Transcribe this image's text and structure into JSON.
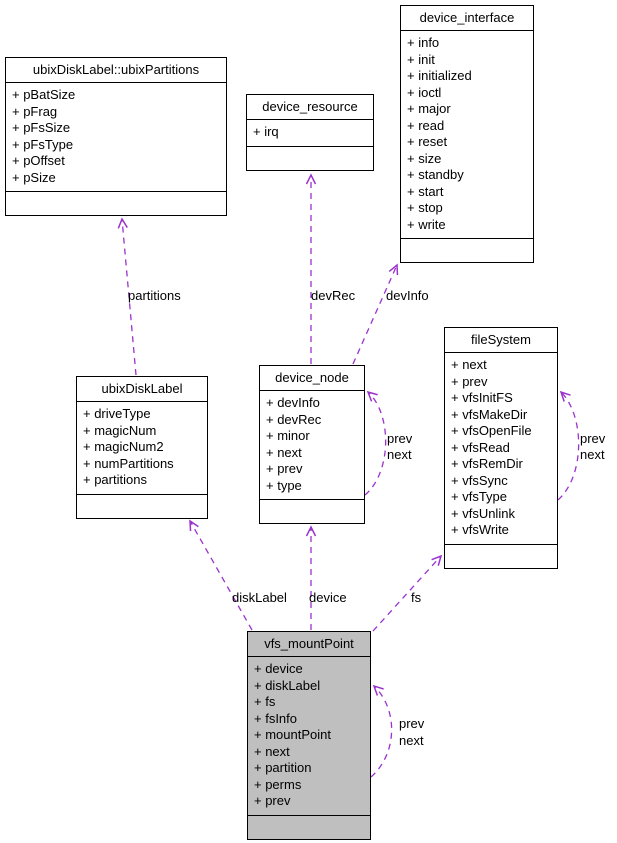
{
  "diagram": {
    "colors": {
      "edge": "#9a32cd",
      "node_border": "#000000",
      "node_fill": "#ffffff",
      "highlight_fill": "#bfbfbf",
      "background": "#ffffff"
    },
    "nodes": {
      "ubixPartitions": {
        "title": "ubixDiskLabel::ubixPartitions",
        "fields": [
          "+ pBatSize",
          "+ pFrag",
          "+ pFsSize",
          "+ pFsType",
          "+ pOffset",
          "+ pSize"
        ]
      },
      "device_resource": {
        "title": "device_resource",
        "fields": [
          "+ irq"
        ]
      },
      "device_interface": {
        "title": "device_interface",
        "fields": [
          "+ info",
          "+ init",
          "+ initialized",
          "+ ioctl",
          "+ major",
          "+ read",
          "+ reset",
          "+ size",
          "+ standby",
          "+ start",
          "+ stop",
          "+ write"
        ]
      },
      "ubixDiskLabel": {
        "title": "ubixDiskLabel",
        "fields": [
          "+ driveType",
          "+ magicNum",
          "+ magicNum2",
          "+ numPartitions",
          "+ partitions"
        ]
      },
      "device_node": {
        "title": "device_node",
        "fields": [
          "+ devInfo",
          "+ devRec",
          "+ minor",
          "+ next",
          "+ prev",
          "+ type"
        ]
      },
      "fileSystem": {
        "title": "fileSystem",
        "fields": [
          "+ next",
          "+ prev",
          "+ vfsInitFS",
          "+ vfsMakeDir",
          "+ vfsOpenFile",
          "+ vfsRead",
          "+ vfsRemDir",
          "+ vfsSync",
          "+ vfsType",
          "+ vfsUnlink",
          "+ vfsWrite"
        ]
      },
      "vfs_mountPoint": {
        "title": "vfs_mountPoint",
        "fields": [
          "+ device",
          "+ diskLabel",
          "+ fs",
          "+ fsInfo",
          "+ mountPoint",
          "+ next",
          "+ partition",
          "+ perms",
          "+ prev"
        ]
      }
    },
    "edge_labels": {
      "partitions": "partitions",
      "devRec": "devRec",
      "devInfo": "devInfo",
      "diskLabel": "diskLabel",
      "device": "device",
      "fs": "fs",
      "prev": "prev",
      "next": "next"
    }
  }
}
